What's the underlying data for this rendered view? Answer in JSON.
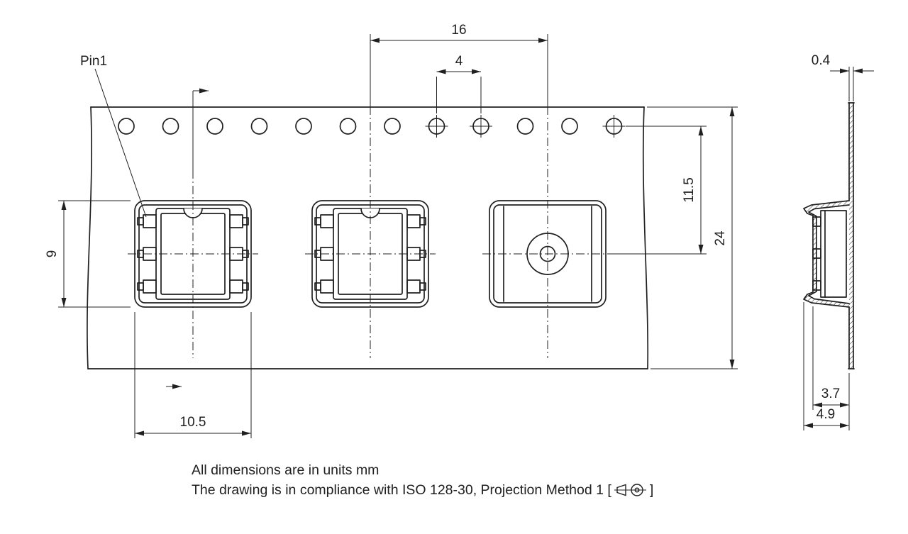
{
  "front_view": {
    "pin1_label": "Pin1",
    "dims": {
      "pocket_pitch": "16",
      "sprocket_hole_pitch": "4",
      "hole_center_to_pocket_center": "11.5",
      "tape_width": "24",
      "pocket_length": "9",
      "pocket_width": "10.5"
    }
  },
  "side_view": {
    "dims": {
      "tape_thickness": "0.4",
      "pocket_depth": "3.7",
      "overall_depth": "4.9"
    }
  },
  "notes": {
    "units_note": "All dimensions are in units mm",
    "compliance_note_prefix": "The drawing is in compliance with ISO 128-30, Projection Method 1 [",
    "compliance_note_suffix": "]"
  },
  "colors": {
    "line": "#202020",
    "background": "#ffffff"
  }
}
